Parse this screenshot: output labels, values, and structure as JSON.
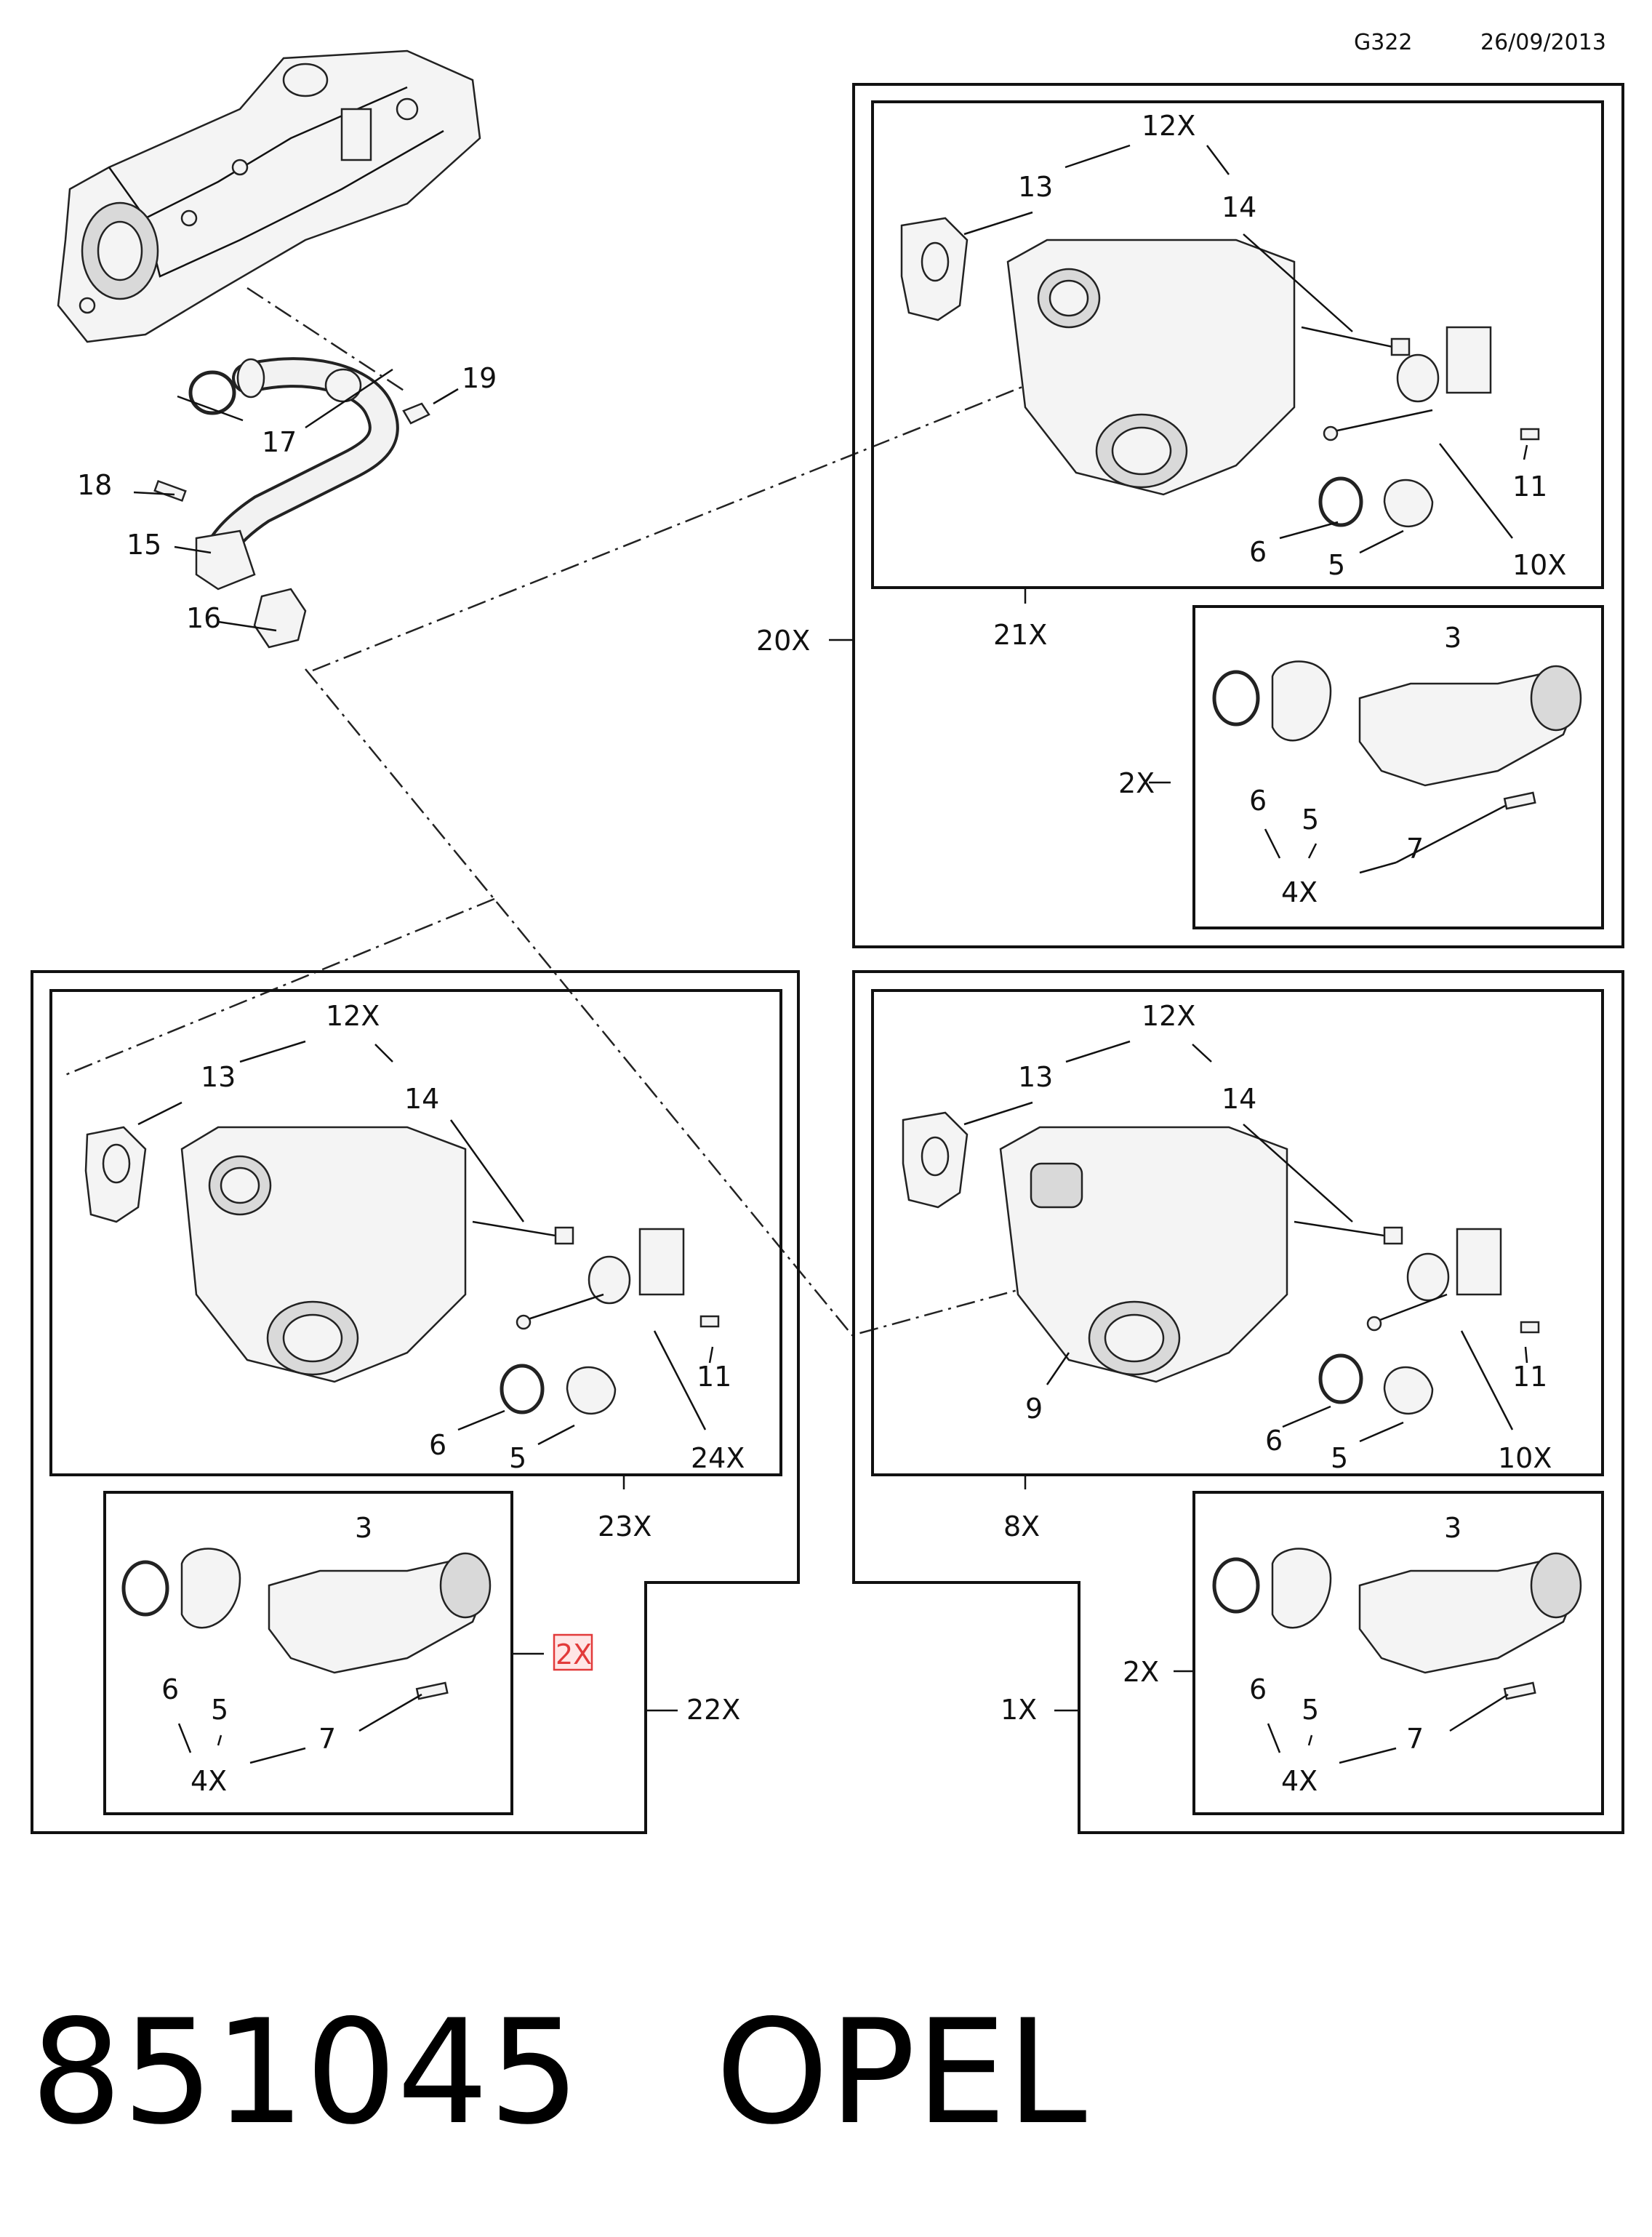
{
  "header": {
    "code": "G322",
    "date": "26/09/2013"
  },
  "footer": {
    "part_number": "851045",
    "brand": "OPEL"
  },
  "callouts": {
    "c19": "19",
    "c17": "17",
    "c18": "18",
    "c15": "15",
    "c16": "16",
    "tr_12x": "12X",
    "tr_13": "13",
    "tr_14": "14",
    "tr_11": "11",
    "tr_6": "6",
    "tr_5": "5",
    "tr_10x": "10X",
    "tr_21x": "21X",
    "tr_20x": "20X",
    "trs_3": "3",
    "trs_2x": "2X",
    "trs_6": "6",
    "trs_5": "5",
    "trs_7": "7",
    "trs_4x": "4X",
    "bl_12x": "12X",
    "bl_13": "13",
    "bl_14": "14",
    "bl_11": "11",
    "bl_6": "6",
    "bl_5": "5",
    "bl_24x": "24X",
    "bl_23x": "23X",
    "bl_22x": "22X",
    "bls_3": "3",
    "bls_2x": "2X",
    "bls_6": "6",
    "bls_5": "5",
    "bls_7": "7",
    "bls_4x": "4X",
    "br_12x": "12X",
    "br_13": "13",
    "br_14": "14",
    "br_11": "11",
    "br_9": "9",
    "br_6": "6",
    "br_5": "5",
    "br_10x": "10X",
    "br_8x": "8X",
    "br_1x": "1X",
    "brs_3": "3",
    "brs_2x": "2X",
    "brs_6": "6",
    "brs_5": "5",
    "brs_7": "7",
    "brs_4x": "4X"
  }
}
